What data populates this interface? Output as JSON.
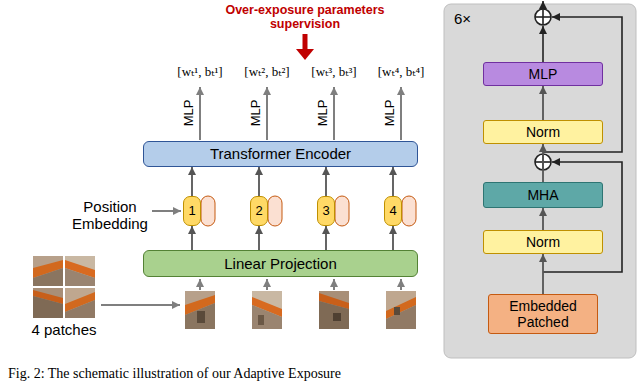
{
  "diagram": {
    "caption": "Fig. 2: The schematic illustration of our Adaptive Exposure",
    "nodes": [
      {
        "text": [
          "Transformer Encoder"
        ]
      },
      {
        "text": [
          "1"
        ]
      },
      {
        "text": [
          "2"
        ]
      },
      {
        "text": [
          "3"
        ]
      },
      {
        "text": [
          "4"
        ]
      },
      {
        "text": [
          "Linear Projection"
        ]
      },
      {
        "text": [
          "6×"
        ]
      },
      {
        "text": [
          "MLP"
        ],
        "in": 6
      },
      {
        "text": [
          "Norm"
        ],
        "in": 6
      },
      {
        "text": [
          "MHA"
        ],
        "in": 6
      },
      {
        "text": [
          "Norm"
        ],
        "in": 6
      },
      {
        "text": [
          "Embedded Patched"
        ],
        "in": 6
      }
    ],
    "edges": [
      {
        "from": 5,
        "to": 1,
        "arrow": "to"
      },
      {
        "from": 5,
        "to": 2,
        "arrow": "to"
      },
      {
        "from": 5,
        "to": 3,
        "arrow": "to"
      },
      {
        "from": 5,
        "to": 4,
        "arrow": "to"
      },
      {
        "from": 1,
        "to": 0,
        "arrow": "to"
      },
      {
        "from": 2,
        "to": 0,
        "arrow": "to"
      },
      {
        "from": 3,
        "to": 0,
        "arrow": "to"
      },
      {
        "from": 4,
        "to": 0,
        "arrow": "to"
      },
      {
        "from": 11,
        "to": 10,
        "arrow": "to"
      },
      {
        "from": 10,
        "to": 9,
        "arrow": "to"
      },
      {
        "from": 9,
        "to": 8,
        "arrow": "to"
      },
      {
        "from": 8,
        "to": 7,
        "arrow": "to"
      }
    ],
    "labels": [
      "Over-exposure parameters supervision",
      "[wₜ¹, bₜ¹]",
      "[wₜ², bₜ²]",
      "[wₜ³, bₜ³]",
      "[wₜ⁴, bₜ⁴]",
      "MLP",
      "MLP",
      "MLP",
      "MLP",
      "Position Embedding",
      "4 patches"
    ]
  }
}
